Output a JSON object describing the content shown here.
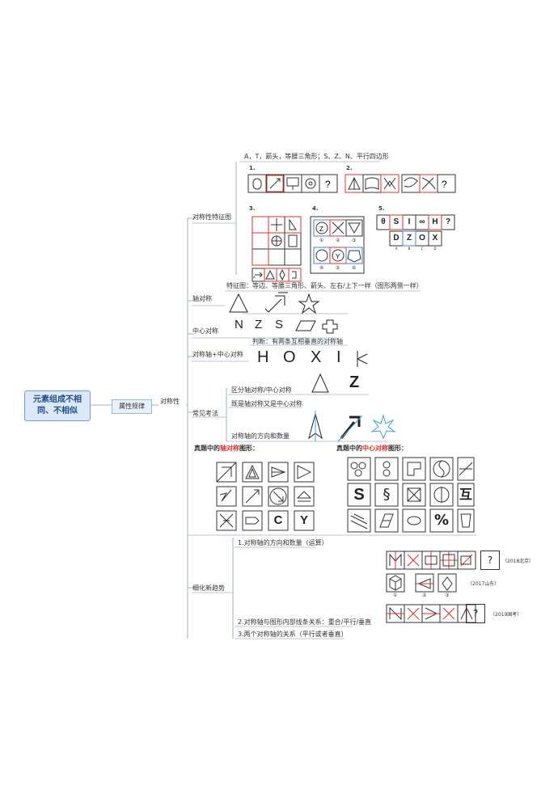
{
  "root": {
    "label_line1": "元素组成不相",
    "label_line2": "同、不相似"
  },
  "level2": {
    "label": "属性规律"
  },
  "level3": {
    "label": "对称性"
  },
  "branches": {
    "features": "对称性特征图",
    "axis": "轴对称",
    "center": "中心对称",
    "axis_center": "对称轴+中心对称",
    "common": "常见考法",
    "trend": "细化新趋势"
  },
  "notes": {
    "top": "A，T，箭头，等腰三角形；S、Z、N、平行四边形",
    "axis_feature": "特征图：等边、等腰三角形、箭头、左右/上下一样（图形两侧一样）",
    "judge": "判断：有两条互相垂直的对称轴",
    "distinguish": "区分轴对称/中心对称",
    "both": "既是轴对称又是中心对称",
    "axis_count": "对称轴的方向和数量",
    "trend1": "1.对称轴的方向和数量（运算）",
    "trend2": "2.对称轴与图形内部线条关系：重合/平行/垂直",
    "trend3": "3.两个对称轴的关系（平行或者垂直）"
  },
  "panels": {
    "p1": "1.",
    "p2": "2.",
    "p3": "3.",
    "p4": "4.",
    "p5": "5.",
    "axis_title_a": "真题中的",
    "axis_title_b": "轴对称",
    "axis_title_c": "图形：",
    "center_title_a": "真题中的",
    "center_title_b": "中心对称",
    "center_title_c": "图形："
  },
  "letters": {
    "center": [
      "N",
      "Z",
      "S"
    ],
    "both": [
      "H",
      "O",
      "X",
      "I"
    ],
    "distinguish_z": "Z",
    "p5_top": [
      "θ",
      "S",
      "I",
      "∞",
      "H",
      "?"
    ],
    "p5_bottom": [
      "D",
      "Z",
      "O",
      "X"
    ],
    "p5_opts": [
      "A",
      "B",
      "C",
      "D"
    ],
    "axis_grid": [
      "C",
      "Y"
    ],
    "center_grid": [
      "S",
      "§",
      "%",
      "互"
    ],
    "q": "?",
    "circled": [
      "①",
      "②",
      "③",
      "④",
      "⑤",
      "⑥"
    ],
    "opts": [
      "A",
      "B",
      "C",
      "D"
    ]
  },
  "years": {
    "y2018": "（2018北京）",
    "y2017": "（2017山东）",
    "y2019": "（2019国考）"
  }
}
